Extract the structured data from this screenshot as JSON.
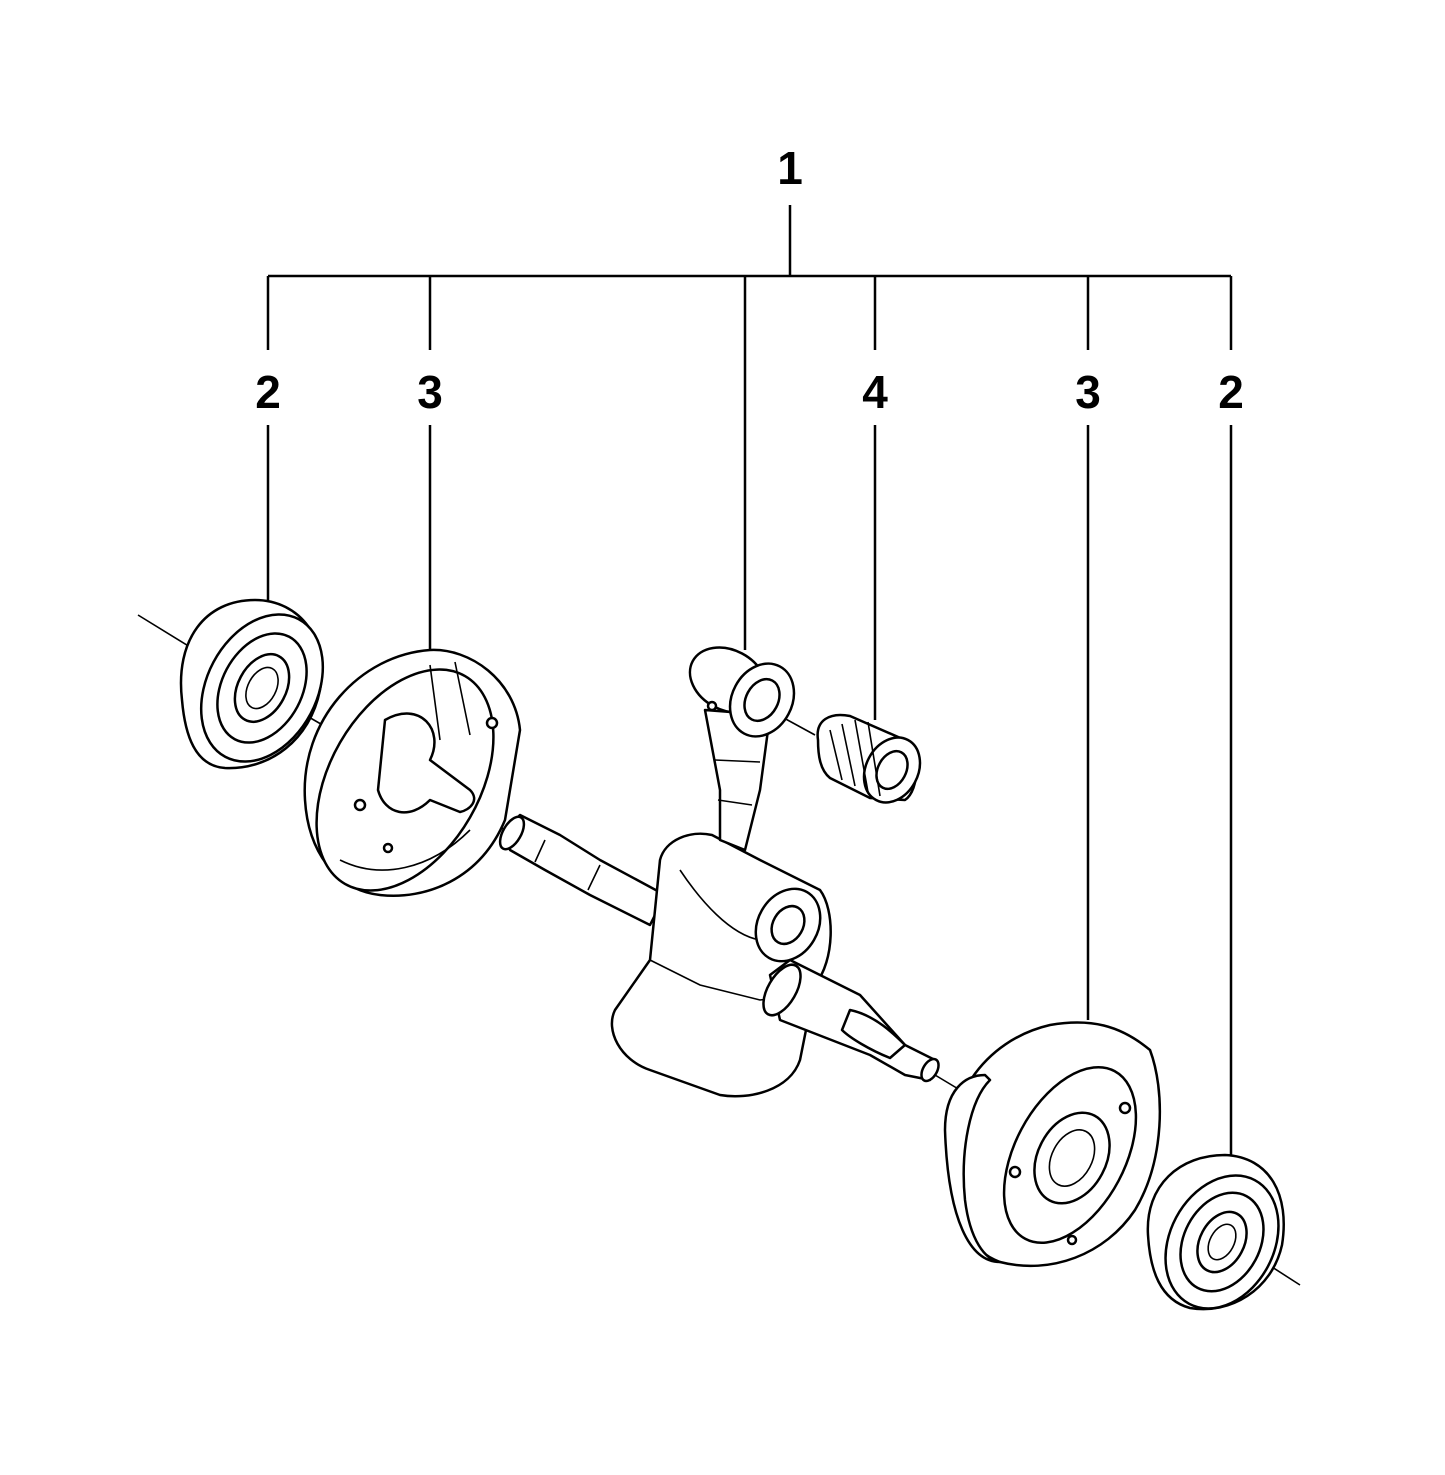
{
  "callouts": {
    "c1": "1",
    "c2_left": "2",
    "c3_left": "3",
    "c4": "4",
    "c3_right": "3",
    "c2_right": "2"
  },
  "parts": {
    "p1": "crankshaft",
    "p2": "ball-bearing",
    "p3": "crank-web",
    "p4": "needle-bearing"
  }
}
